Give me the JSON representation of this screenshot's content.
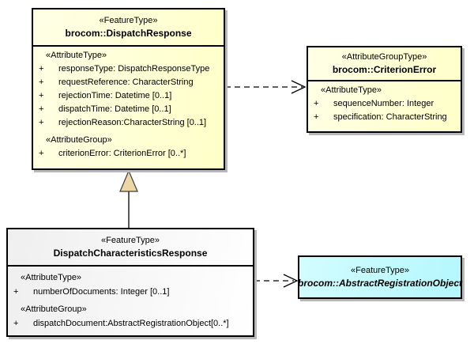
{
  "colors": {
    "yellow_fill": "#FFFFC8",
    "yellow_fill_light": "#FFFFE6",
    "gray_fill": "#EFEFEF",
    "white_fill": "#FFFFFF",
    "cyan_fill": "#B4F7FD",
    "cyan_fill_light": "#D2FDFF",
    "border": "#000000",
    "shadow": "#B9B9B9",
    "tri_fill": "#EDD5A5",
    "text": "#000000"
  },
  "boxes": {
    "dispatch_response": {
      "stereotype": "«FeatureType»",
      "name": "brocom::DispatchResponse",
      "sections": [
        {
          "header": "«AttributeType»",
          "rows": [
            {
              "vis": "+",
              "text": "responseType: DispatchResponseType"
            },
            {
              "vis": "+",
              "text": "requestReference: CharacterString"
            },
            {
              "vis": "+",
              "text": "rejectionTime: Datetime [0..1]"
            },
            {
              "vis": "+",
              "text": "dispatchTime: Datetime [0..1]"
            },
            {
              "vis": "+",
              "text": "rejectionReason:CharacterString [0..1]"
            }
          ]
        },
        {
          "header": "«AttributeGroup»",
          "rows": [
            {
              "vis": "+",
              "text": "criterionError: CriterionError [0..*]"
            }
          ]
        }
      ]
    },
    "criterion_error": {
      "stereotype": "«AttributeGroupType»",
      "name": "brocom::CriterionError",
      "sections": [
        {
          "header": "«AttributeType»",
          "rows": [
            {
              "vis": "+",
              "text": "sequenceNumber: Integer"
            },
            {
              "vis": "+",
              "text": "specification: CharacterString"
            }
          ]
        }
      ]
    },
    "dispatch_characteristics_response": {
      "stereotype": "«FeatureType»",
      "name": "DispatchCharacteristicsResponse",
      "sections": [
        {
          "header": "«AttributeType»",
          "rows": [
            {
              "vis": "+",
              "text": "numberOfDocuments: Integer [0..1]"
            }
          ]
        },
        {
          "header": "«AttributeGroup»",
          "rows": [
            {
              "vis": "+",
              "text": "dispatchDocument:AbstractRegistrationObject[0..*]"
            }
          ]
        }
      ]
    },
    "abstract_registration_object": {
      "stereotype": "«FeatureType»",
      "name": "brocom::AbstractRegistrationObject"
    }
  }
}
